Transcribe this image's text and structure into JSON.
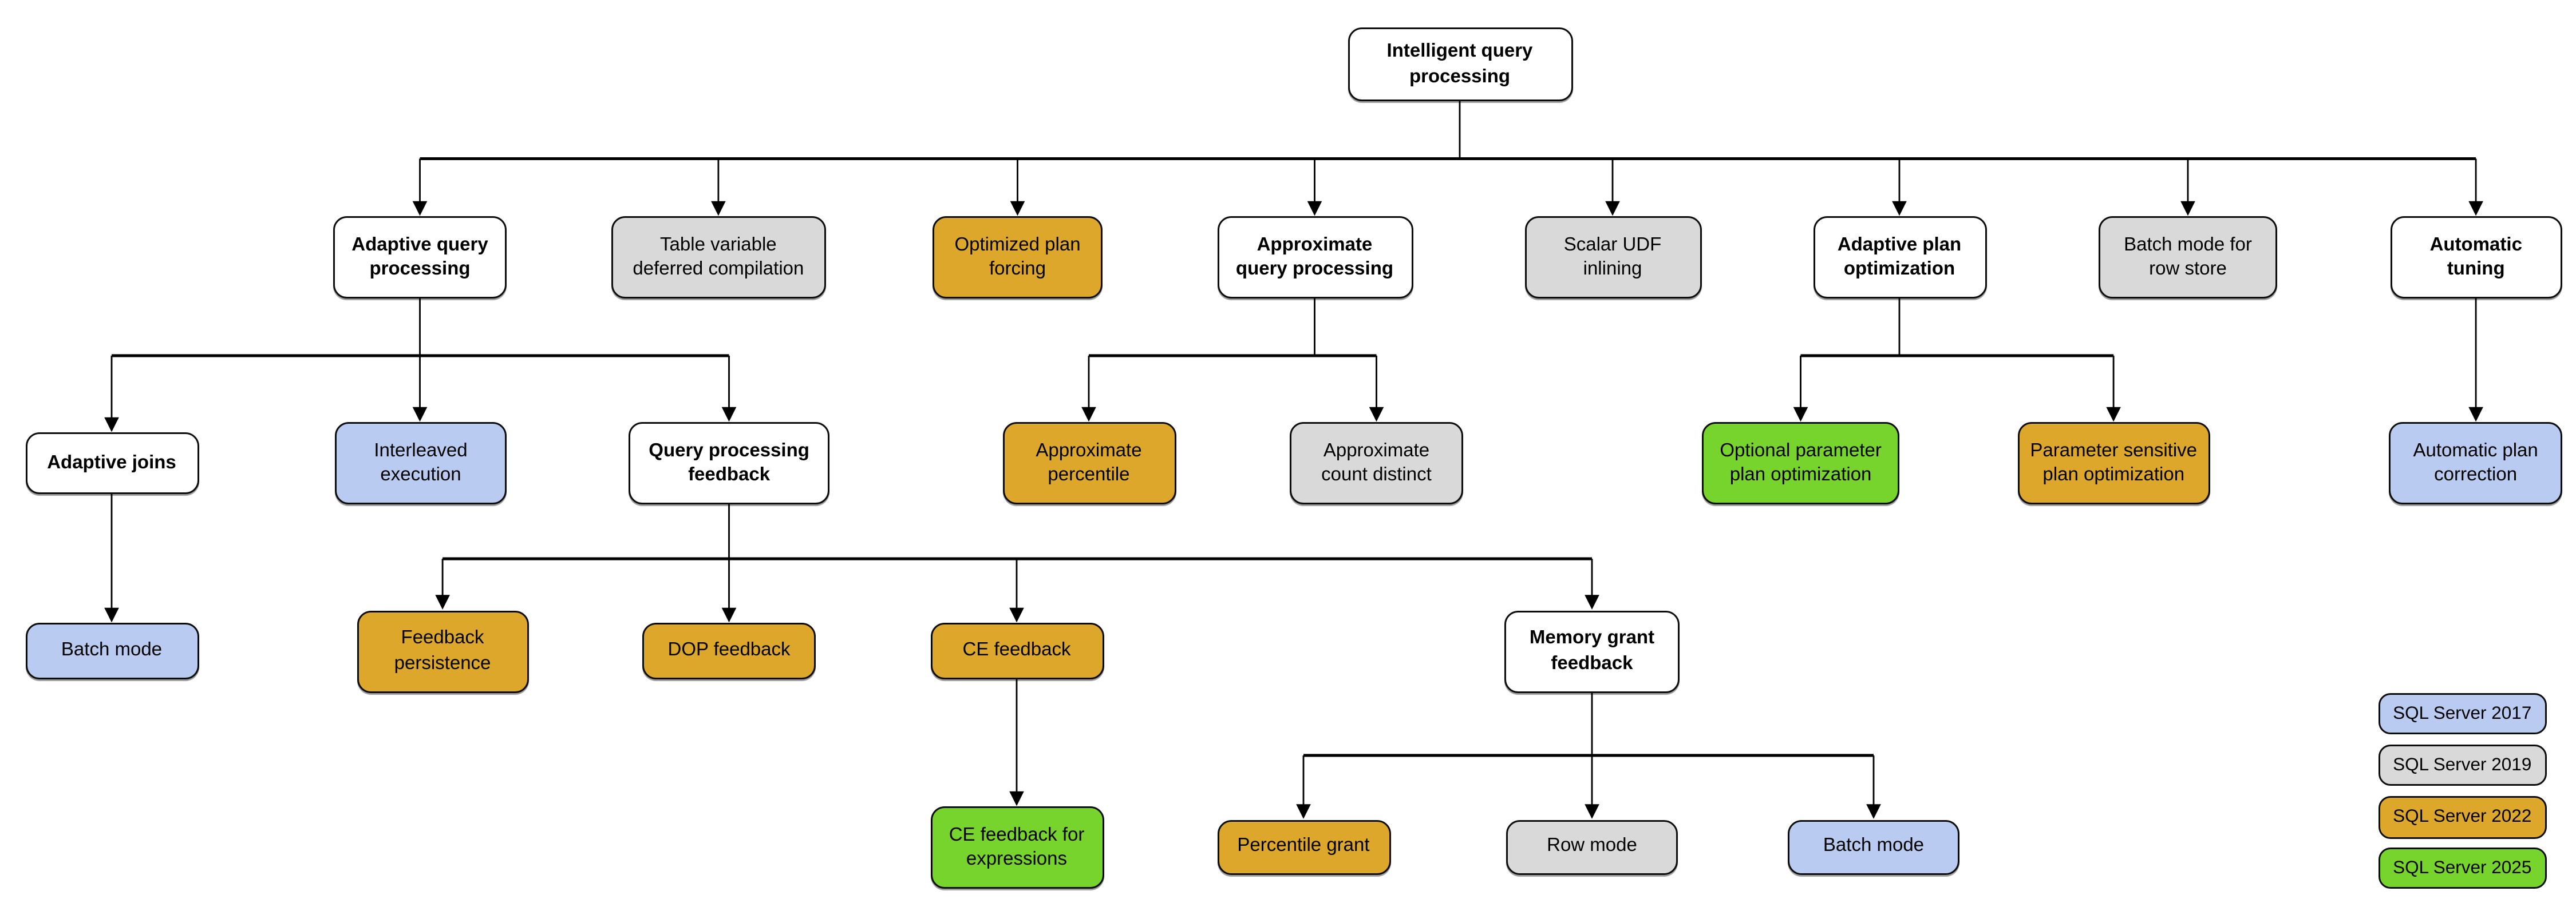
{
  "colors": {
    "plain": "#ffffff",
    "sql2017": "#b9cbf0",
    "sql2019": "#d9d9d9",
    "sql2022": "#dca72b",
    "sql2025": "#77d42c"
  },
  "nodes": {
    "iqp": {
      "label": "Intelligent query\nprocessing",
      "category": "plain"
    },
    "adaptive_query_processing": {
      "label": "Adaptive query\nprocessing",
      "category": "plain"
    },
    "table_variable_deferred_compilation": {
      "label": "Table variable\ndeferred compilation",
      "category": "sql2019"
    },
    "optimized_plan_forcing": {
      "label": "Optimized plan\nforcing",
      "category": "sql2022"
    },
    "approximate_query_processing": {
      "label": "Approximate\nquery processing",
      "category": "plain"
    },
    "scalar_udf_inlining": {
      "label": "Scalar UDF\ninlining",
      "category": "sql2019"
    },
    "adaptive_plan_optimization": {
      "label": "Adaptive plan\noptimization",
      "category": "plain"
    },
    "batch_mode_row_store": {
      "label": "Batch mode for\nrow store",
      "category": "sql2019"
    },
    "automatic_tuning": {
      "label": "Automatic\ntuning",
      "category": "plain"
    },
    "adaptive_joins": {
      "label": "Adaptive joins",
      "category": "plain"
    },
    "interleaved_execution": {
      "label": "Interleaved\nexecution",
      "category": "sql2017"
    },
    "query_processing_feedback": {
      "label": "Query processing\nfeedback",
      "category": "plain"
    },
    "approximate_percentile": {
      "label": "Approximate\npercentile",
      "category": "sql2022"
    },
    "approximate_count_distinct": {
      "label": "Approximate\ncount distinct",
      "category": "sql2019"
    },
    "optional_parameter_plan_optimization": {
      "label": "Optional parameter\nplan optimization",
      "category": "sql2025"
    },
    "parameter_sensitive_plan_optimization": {
      "label": "Parameter sensitive\nplan optimization",
      "category": "sql2022"
    },
    "automatic_plan_correction": {
      "label": "Automatic plan\ncorrection",
      "category": "sql2017"
    },
    "batch_mode_adaptive": {
      "label": "Batch mode",
      "category": "sql2017"
    },
    "feedback_persistence": {
      "label": "Feedback\npersistence",
      "category": "sql2022"
    },
    "dop_feedback": {
      "label": "DOP feedback",
      "category": "sql2022"
    },
    "ce_feedback": {
      "label": "CE feedback",
      "category": "sql2022"
    },
    "memory_grant_feedback": {
      "label": "Memory grant\nfeedback",
      "category": "plain"
    },
    "ce_feedback_expressions": {
      "label": "CE feedback for\nexpressions",
      "category": "sql2025"
    },
    "percentile_grant": {
      "label": "Percentile grant",
      "category": "sql2022"
    },
    "row_mode": {
      "label": "Row mode",
      "category": "sql2019"
    },
    "batch_mode_memory_grant": {
      "label": "Batch mode",
      "category": "sql2017"
    }
  },
  "edges": [
    [
      "iqp",
      "adaptive_query_processing"
    ],
    [
      "iqp",
      "table_variable_deferred_compilation"
    ],
    [
      "iqp",
      "optimized_plan_forcing"
    ],
    [
      "iqp",
      "approximate_query_processing"
    ],
    [
      "iqp",
      "scalar_udf_inlining"
    ],
    [
      "iqp",
      "adaptive_plan_optimization"
    ],
    [
      "iqp",
      "batch_mode_row_store"
    ],
    [
      "iqp",
      "automatic_tuning"
    ],
    [
      "adaptive_query_processing",
      "adaptive_joins"
    ],
    [
      "adaptive_query_processing",
      "interleaved_execution"
    ],
    [
      "adaptive_query_processing",
      "query_processing_feedback"
    ],
    [
      "approximate_query_processing",
      "approximate_percentile"
    ],
    [
      "approximate_query_processing",
      "approximate_count_distinct"
    ],
    [
      "adaptive_plan_optimization",
      "optional_parameter_plan_optimization"
    ],
    [
      "adaptive_plan_optimization",
      "parameter_sensitive_plan_optimization"
    ],
    [
      "automatic_tuning",
      "automatic_plan_correction"
    ],
    [
      "adaptive_joins",
      "batch_mode_adaptive"
    ],
    [
      "query_processing_feedback",
      "feedback_persistence"
    ],
    [
      "query_processing_feedback",
      "dop_feedback"
    ],
    [
      "query_processing_feedback",
      "ce_feedback"
    ],
    [
      "query_processing_feedback",
      "memory_grant_feedback"
    ],
    [
      "ce_feedback",
      "ce_feedback_expressions"
    ],
    [
      "memory_grant_feedback",
      "percentile_grant"
    ],
    [
      "memory_grant_feedback",
      "row_mode"
    ],
    [
      "memory_grant_feedback",
      "batch_mode_memory_grant"
    ]
  ],
  "legend": {
    "items": [
      {
        "label": "SQL Server 2017",
        "category": "sql2017"
      },
      {
        "label": "SQL Server 2019",
        "category": "sql2019"
      },
      {
        "label": "SQL Server 2022",
        "category": "sql2022"
      },
      {
        "label": "SQL Server 2025",
        "category": "sql2025"
      }
    ]
  }
}
